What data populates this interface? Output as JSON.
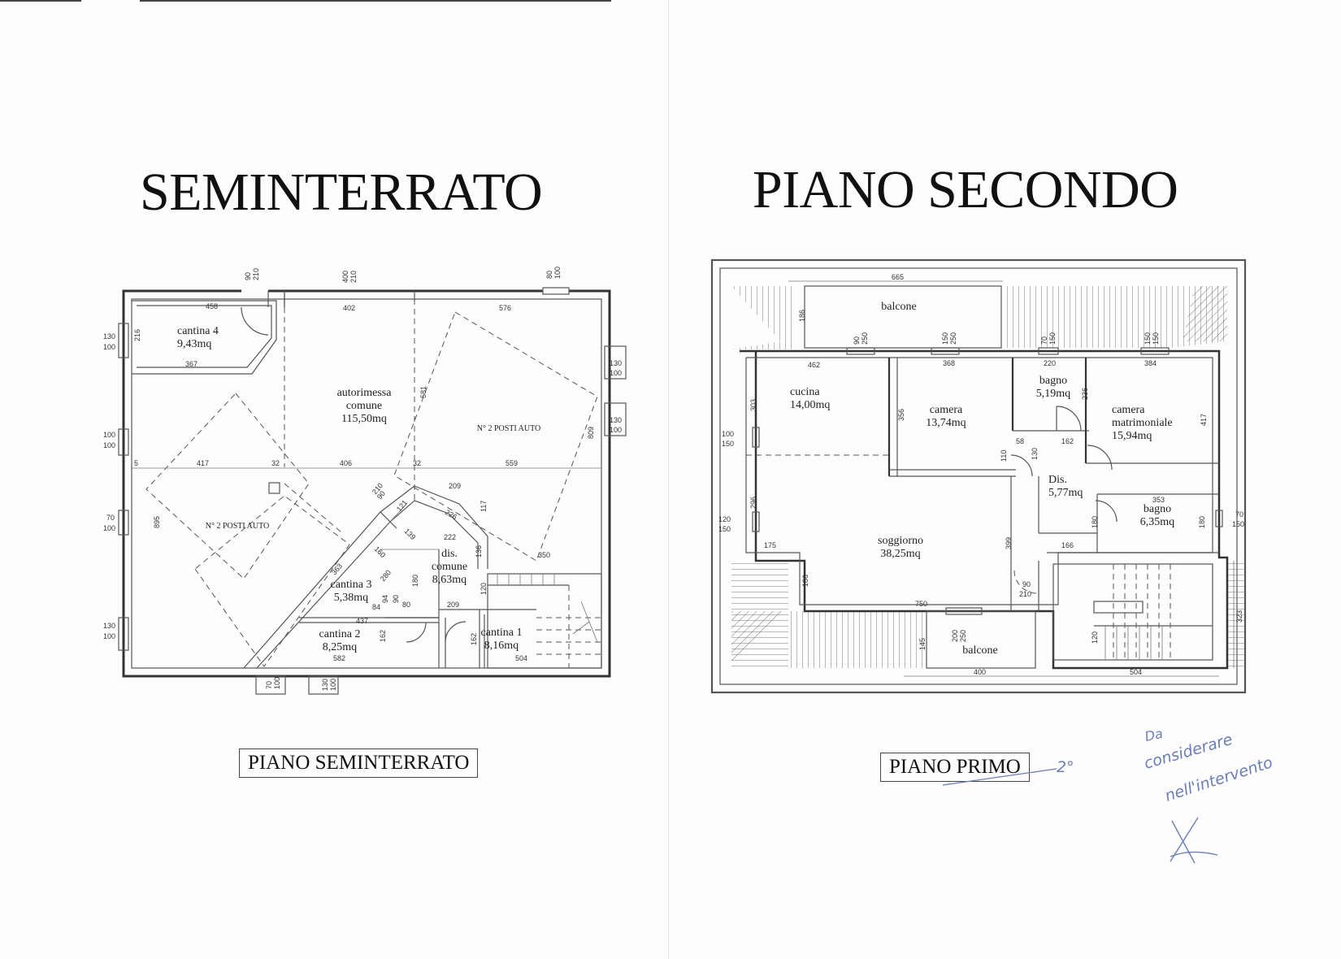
{
  "left": {
    "title": "SEMINTERRATO",
    "caption": "PIANO SEMINTERRATO",
    "rooms": {
      "cantina4": [
        "cantina 4",
        "9,43mq"
      ],
      "autorimessa": [
        "autorimessa",
        "comune",
        "115,50mq"
      ],
      "posti_right": [
        "N° 2 POSTI AUTO"
      ],
      "posti_left": [
        "N° 2 POSTI AUTO"
      ],
      "dis": [
        "dis.",
        "comune",
        "8,63mq"
      ],
      "cantina3": [
        "cantina 3",
        "5,38mq"
      ],
      "cantina2": [
        "cantina 2",
        "8,25mq"
      ],
      "cantina1": [
        "cantina 1",
        "8,16mq"
      ]
    },
    "dims": {
      "d458": "458",
      "d402": "402",
      "d576": "576",
      "d367": "367",
      "d216": "216",
      "d417": "417",
      "d406": "406",
      "d559": "559",
      "d32a": "32",
      "d32b": "32",
      "d5": "5",
      "d581": "581",
      "d809": "809",
      "d895": "895",
      "d209a": "209",
      "d226": "226",
      "d222": "222",
      "d117": "117",
      "d136": "136",
      "d350": "350",
      "d121": "121",
      "d139": "139",
      "d160": "160",
      "d363": "363",
      "d280": "280",
      "d90a": "90",
      "d94": "94",
      "d84": "84",
      "d80": "80",
      "d209b": "209",
      "d180": "180",
      "d120": "120",
      "d437": "437",
      "d162a": "162",
      "d162b": "162",
      "d582": "582",
      "d504": "504",
      "top1": [
        "90",
        "210"
      ],
      "top2": [
        "400",
        "210"
      ],
      "top3": [
        "80",
        "100"
      ],
      "diag": [
        "90",
        "210"
      ],
      "lw1": [
        "130",
        "100"
      ],
      "lw2": [
        "100",
        "100"
      ],
      "lw3": [
        "70",
        "100"
      ],
      "lw4": [
        "130",
        "100"
      ],
      "rw1": [
        "130",
        "100"
      ],
      "rw2": [
        "130",
        "100"
      ],
      "bw1": [
        "70",
        "100"
      ],
      "bw2": [
        "130",
        "100"
      ]
    }
  },
  "right": {
    "title": "PIANO SECONDO",
    "caption": "PIANO PRIMO",
    "caption_note": "2°",
    "rooms": {
      "balcone_top": [
        "balcone"
      ],
      "cucina": [
        "cucina",
        "14,00mq"
      ],
      "camera": [
        "camera",
        "13,74mq"
      ],
      "bagno1": [
        "bagno",
        "5,19mq"
      ],
      "matrimoniale": [
        "camera",
        "matrimoniale",
        "15,94mq"
      ],
      "dis": [
        "Dis.",
        "5,77mq"
      ],
      "bagno2": [
        "bagno",
        "6,35mq"
      ],
      "soggiorno": [
        "soggiorno",
        "38,25mq"
      ],
      "balcone_bottom": [
        "balcone"
      ]
    },
    "dims": {
      "d665": "665",
      "d186a": "186",
      "d462": "462",
      "d368": "368",
      "d220": "220",
      "d384": "384",
      "d303": "303",
      "d356": "356",
      "d236": "236",
      "d417": "417",
      "d110": "110",
      "d58": "58",
      "d130": "130",
      "d162": "162",
      "d353": "353",
      "d296": "296",
      "d175": "175",
      "d180a": "180",
      "d180b": "180",
      "d166": "166",
      "d399": "399",
      "d186b": "186",
      "d750": "750",
      "d145": "145",
      "d120": "120",
      "d323": "323",
      "d400": "400",
      "d504": "504",
      "w1": [
        "90",
        "250"
      ],
      "w2": [
        "150",
        "250"
      ],
      "w3": [
        "70",
        "150"
      ],
      "w4": [
        "150",
        "150"
      ],
      "w5": [
        "200",
        "250"
      ],
      "door": [
        "90",
        "210"
      ],
      "lw1": [
        "100",
        "150"
      ],
      "lw2": [
        "120",
        "150"
      ],
      "rw1": [
        "70",
        "150"
      ]
    }
  },
  "handwriting": [
    "Da",
    "considerare",
    "nell'intervento"
  ]
}
